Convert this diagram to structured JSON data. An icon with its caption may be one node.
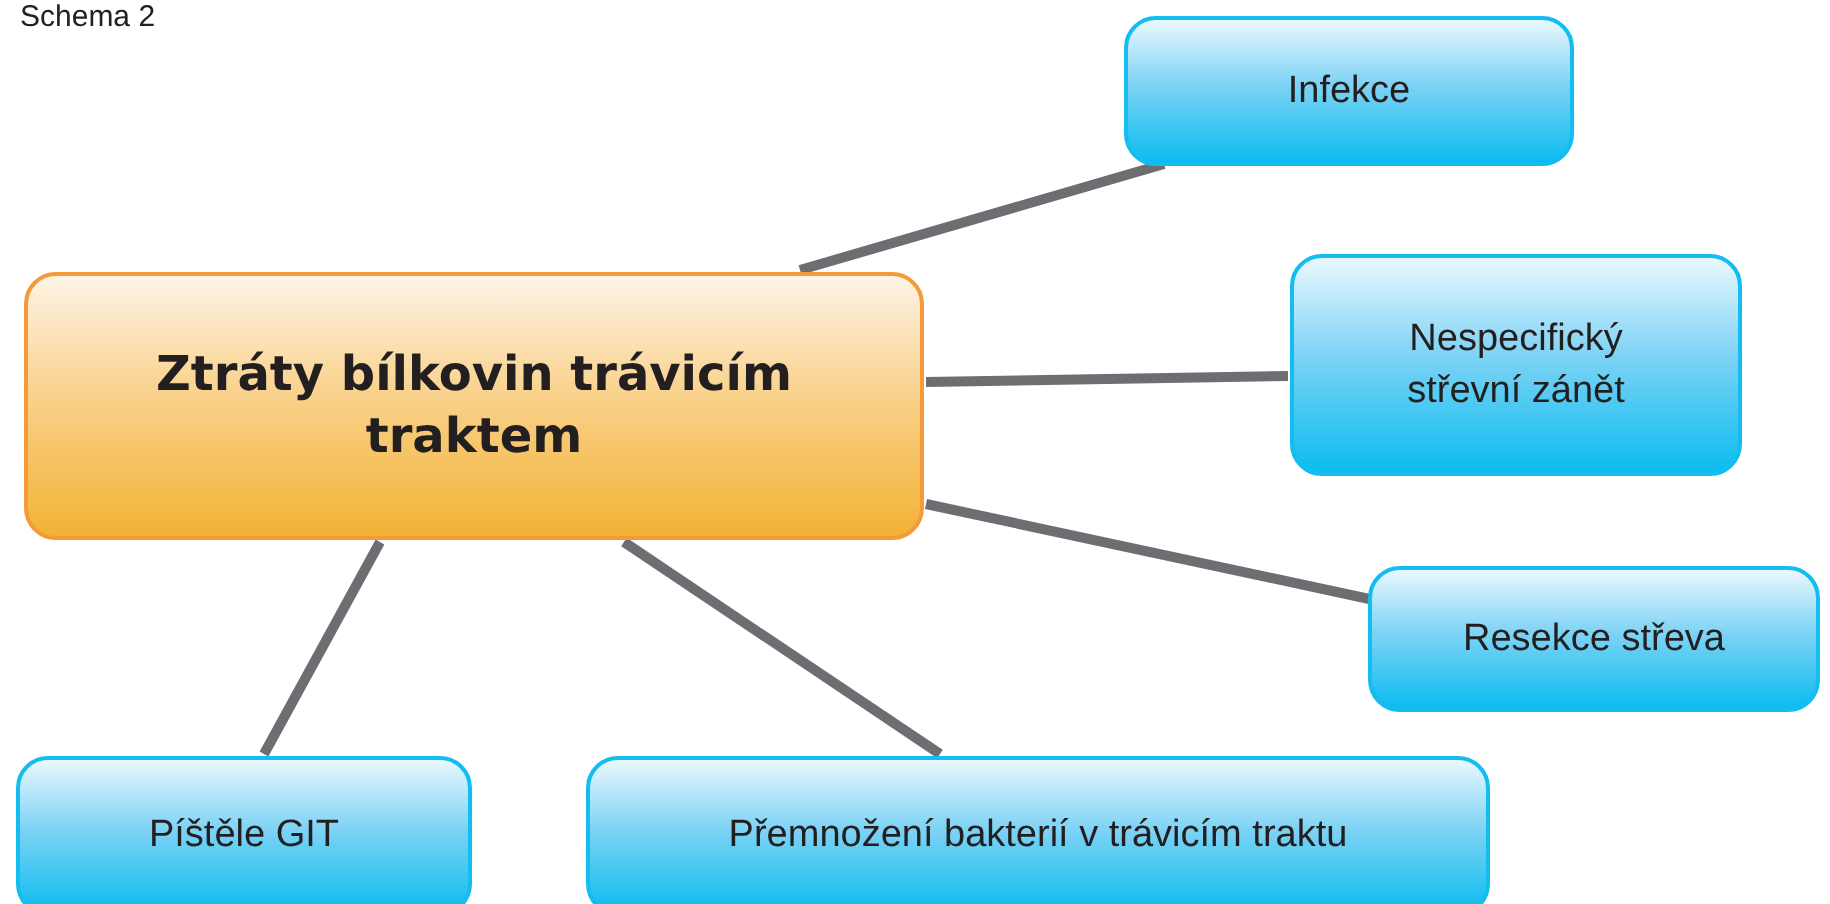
{
  "diagram": {
    "title": "Schema 2",
    "nodes": [
      {
        "text": [
          "Ztráty bílkovin trávicím traktem"
        ]
      },
      {
        "text": [
          "Infekce"
        ]
      },
      {
        "text": [
          "Nespecifický střevní zánět"
        ]
      },
      {
        "text": [
          "Resekce střeva"
        ]
      },
      {
        "text": [
          "Píštěle GIT"
        ]
      },
      {
        "text": [
          "Přemnožení bakterií v trávicím traktu"
        ]
      }
    ],
    "edges": [
      {
        "from": 0,
        "to": 1,
        "arrow": "none"
      },
      {
        "from": 0,
        "to": 2,
        "arrow": "none"
      },
      {
        "from": 0,
        "to": 3,
        "arrow": "none"
      },
      {
        "from": 0,
        "to": 4,
        "arrow": "none"
      },
      {
        "from": 0,
        "to": 5,
        "arrow": "none"
      }
    ]
  }
}
